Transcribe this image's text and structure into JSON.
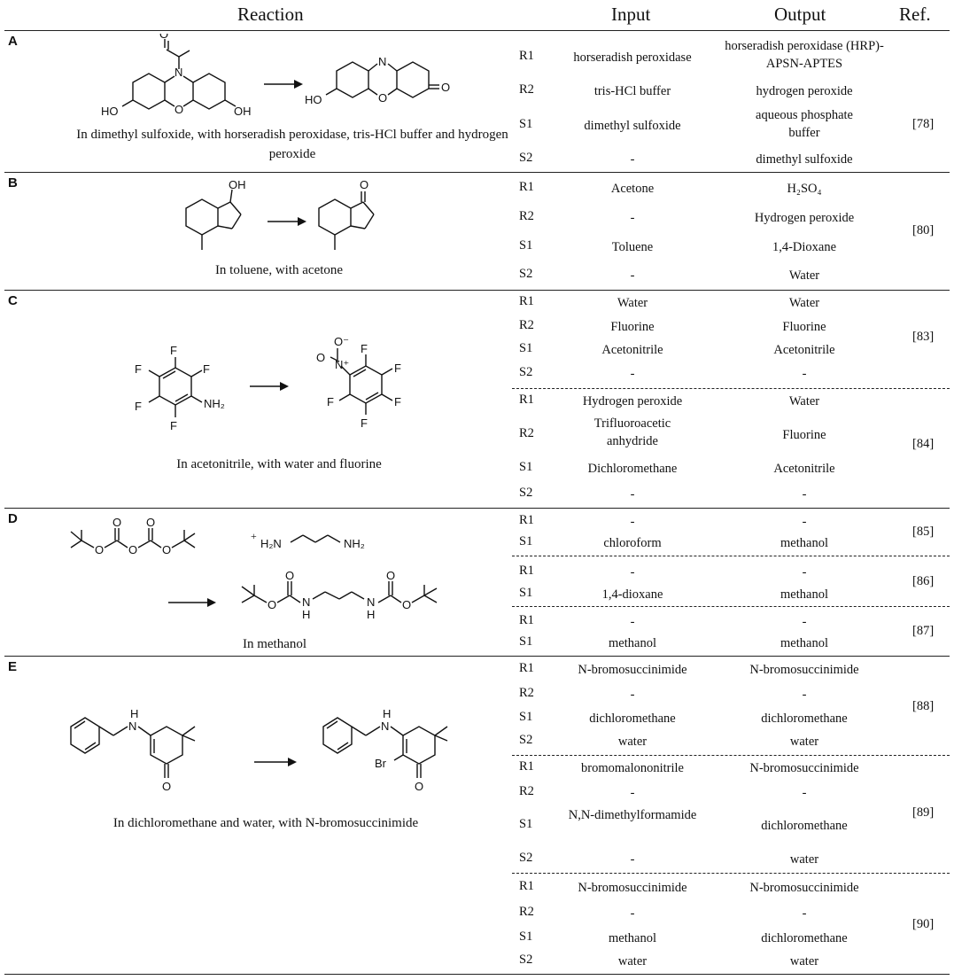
{
  "headers": {
    "reaction": "Reaction",
    "input": "Input",
    "output": "Output",
    "ref": "Ref."
  },
  "sections": [
    {
      "letter": "A",
      "caption": "In dimethyl sulfoxide, with horseradish peroxidase, tris-HCl buffer and hydrogen peroxide",
      "groups": [
        {
          "ref": "[78]",
          "rows": [
            {
              "code": "R1",
              "input": "horseradish peroxidase",
              "output": "horseradish peroxidase (HRP)-APSN-APTES"
            },
            {
              "code": "R2",
              "input": "tris-HCl buffer",
              "output": "hydrogen peroxide"
            },
            {
              "code": "S1",
              "input": "dimethyl sulfoxide",
              "output": "aqueous phosphate buffer"
            },
            {
              "code": "S2",
              "input": "-",
              "output": "dimethyl sulfoxide"
            }
          ]
        }
      ]
    },
    {
      "letter": "B",
      "caption": "In toluene, with acetone",
      "groups": [
        {
          "ref": "[80]",
          "rows": [
            {
              "code": "R1",
              "input": "Acetone",
              "output": "H₂SO₄"
            },
            {
              "code": "R2",
              "input": "-",
              "output": "Hydrogen peroxide"
            },
            {
              "code": "S1",
              "input": "Toluene",
              "output": "1,4-Dioxane"
            },
            {
              "code": "S2",
              "input": "-",
              "output": "Water"
            }
          ]
        }
      ]
    },
    {
      "letter": "C",
      "caption": "In acetonitrile, with water and fluorine",
      "groups": [
        {
          "ref": "[83]",
          "rows": [
            {
              "code": "R1",
              "input": "Water",
              "output": "Water"
            },
            {
              "code": "R2",
              "input": "Fluorine",
              "output": "Fluorine"
            },
            {
              "code": "S1",
              "input": "Acetonitrile",
              "output": "Acetonitrile"
            },
            {
              "code": "S2",
              "input": "-",
              "output": "-"
            }
          ]
        },
        {
          "ref": "[84]",
          "rows": [
            {
              "code": "R1",
              "input": "Hydrogen peroxide",
              "output": "Water"
            },
            {
              "code": "R2",
              "input": "Trifluoroacetic anhydride",
              "output": "Fluorine"
            },
            {
              "code": "S1",
              "input": "Dichloromethane",
              "output": "Acetonitrile"
            },
            {
              "code": "S2",
              "input": "-",
              "output": "-"
            }
          ]
        }
      ]
    },
    {
      "letter": "D",
      "caption": "In methanol",
      "groups": [
        {
          "ref": "[85]",
          "rows": [
            {
              "code": "R1",
              "input": "-",
              "output": "-"
            },
            {
              "code": "S1",
              "input": "chloroform",
              "output": "methanol"
            }
          ]
        },
        {
          "ref": "[86]",
          "rows": [
            {
              "code": "R1",
              "input": "-",
              "output": "-"
            },
            {
              "code": "S1",
              "input": "1,4-dioxane",
              "output": "methanol"
            }
          ]
        },
        {
          "ref": "[87]",
          "rows": [
            {
              "code": "R1",
              "input": "-",
              "output": "-"
            },
            {
              "code": "S1",
              "input": "methanol",
              "output": "methanol"
            }
          ]
        }
      ]
    },
    {
      "letter": "E",
      "caption": "In dichloromethane and water, with N-bromosuccinimide",
      "groups": [
        {
          "ref": "[88]",
          "rows": [
            {
              "code": "R1",
              "input": "N-bromosuccinimide",
              "output": "N-bromosuccinimide"
            },
            {
              "code": "R2",
              "input": "-",
              "output": "-"
            },
            {
              "code": "S1",
              "input": "dichloromethane",
              "output": "dichloromethane"
            },
            {
              "code": "S2",
              "input": "water",
              "output": "water"
            }
          ]
        },
        {
          "ref": "[89]",
          "rows": [
            {
              "code": "R1",
              "input": "bromomalononitrile",
              "output": "N-bromosuccinimide"
            },
            {
              "code": "R2",
              "input": "-",
              "output": "-"
            },
            {
              "code": "S1",
              "input": "N,N-dimethylformamide",
              "output": "dichloromethane"
            },
            {
              "code": "S2",
              "input": "-",
              "output": "water"
            }
          ]
        },
        {
          "ref": "[90]",
          "rows": [
            {
              "code": "R1",
              "input": "N-bromosuccinimide",
              "output": "N-bromosuccinimide"
            },
            {
              "code": "R2",
              "input": "-",
              "output": "-"
            },
            {
              "code": "S1",
              "input": "methanol",
              "output": "dichloromethane"
            },
            {
              "code": "S2",
              "input": "water",
              "output": "water"
            }
          ]
        }
      ]
    }
  ],
  "structures": {
    "a_reactant": [
      "O",
      "N",
      "O",
      "HO",
      "OH"
    ],
    "a_product": [
      "N",
      "O",
      "HO",
      "O"
    ],
    "b_reactant": [
      "OH"
    ],
    "b_product": [
      "O"
    ],
    "c_reactant": [
      "F",
      "F",
      "F",
      "F",
      "F",
      "NH₂"
    ],
    "c_product": [
      "O⁻",
      "N⁺",
      "O",
      "F",
      "F",
      "F",
      "F",
      "F"
    ],
    "d_boc": [
      "O",
      "O",
      "O",
      "O",
      "O"
    ],
    "d_diamine": [
      "H₂N",
      "NH₂"
    ],
    "d_product": [
      "O",
      "O",
      "O",
      "O",
      "N",
      "H",
      "N",
      "H"
    ],
    "e_reactant": [
      "H",
      "N",
      "O"
    ],
    "e_product": [
      "H",
      "N",
      "Br",
      "O"
    ],
    "plus": "+"
  }
}
